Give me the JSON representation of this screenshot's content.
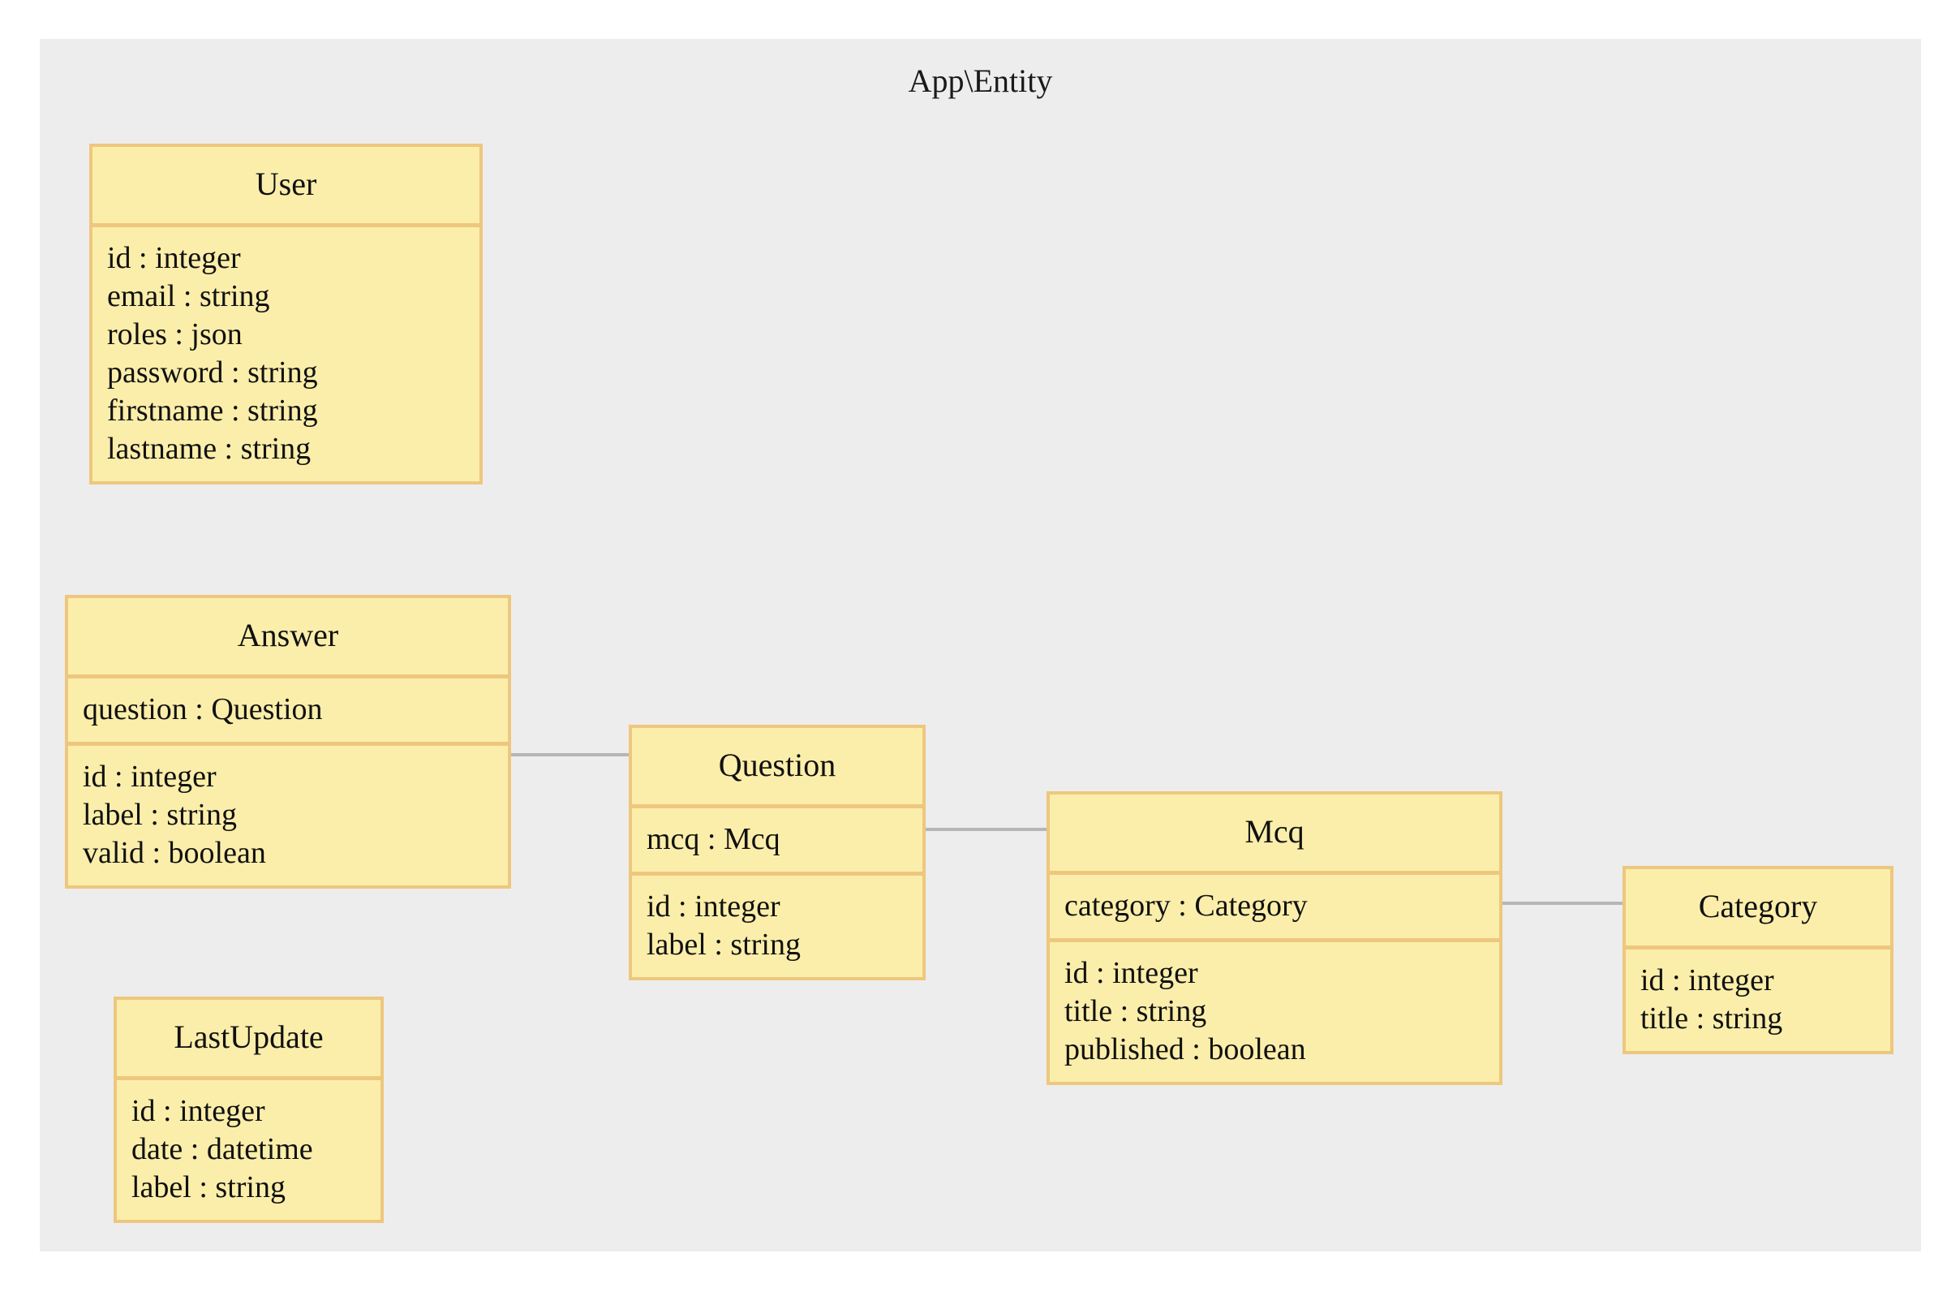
{
  "diagram": {
    "type": "uml-class-diagram",
    "package_title": "App\\Entity",
    "colors": {
      "panel_background": "#ededed",
      "class_fill": "#fbeeaa",
      "class_border": "#eec77e",
      "connector": "#b6b6b6",
      "text": "#111111",
      "page_background": "#ffffff"
    },
    "classes": [
      {
        "name": "User",
        "compartments": [
          {
            "kind": "attributes",
            "members": [
              "id : integer",
              "email : string",
              "roles : json",
              "password : string",
              "firstname : string",
              "lastname : string"
            ]
          }
        ]
      },
      {
        "name": "Answer",
        "compartments": [
          {
            "kind": "associations",
            "members": [
              "question : Question"
            ]
          },
          {
            "kind": "attributes",
            "members": [
              "id : integer",
              "label : string",
              "valid : boolean"
            ]
          }
        ]
      },
      {
        "name": "LastUpdate",
        "compartments": [
          {
            "kind": "attributes",
            "members": [
              "id : integer",
              "date : datetime",
              "label : string"
            ]
          }
        ]
      },
      {
        "name": "Question",
        "compartments": [
          {
            "kind": "associations",
            "members": [
              "mcq : Mcq"
            ]
          },
          {
            "kind": "attributes",
            "members": [
              "id : integer",
              "label : string"
            ]
          }
        ]
      },
      {
        "name": "Mcq",
        "compartments": [
          {
            "kind": "associations",
            "members": [
              "category : Category"
            ]
          },
          {
            "kind": "attributes",
            "members": [
              "id : integer",
              "title : string",
              "published : boolean"
            ]
          }
        ]
      },
      {
        "name": "Category",
        "compartments": [
          {
            "kind": "attributes",
            "members": [
              "id : integer",
              "title : string"
            ]
          }
        ]
      }
    ],
    "associations": [
      {
        "from": "Answer",
        "to": "Question",
        "via": "question : Question"
      },
      {
        "from": "Question",
        "to": "Mcq",
        "via": "mcq : Mcq"
      },
      {
        "from": "Mcq",
        "to": "Category",
        "via": "category : Category"
      }
    ]
  }
}
